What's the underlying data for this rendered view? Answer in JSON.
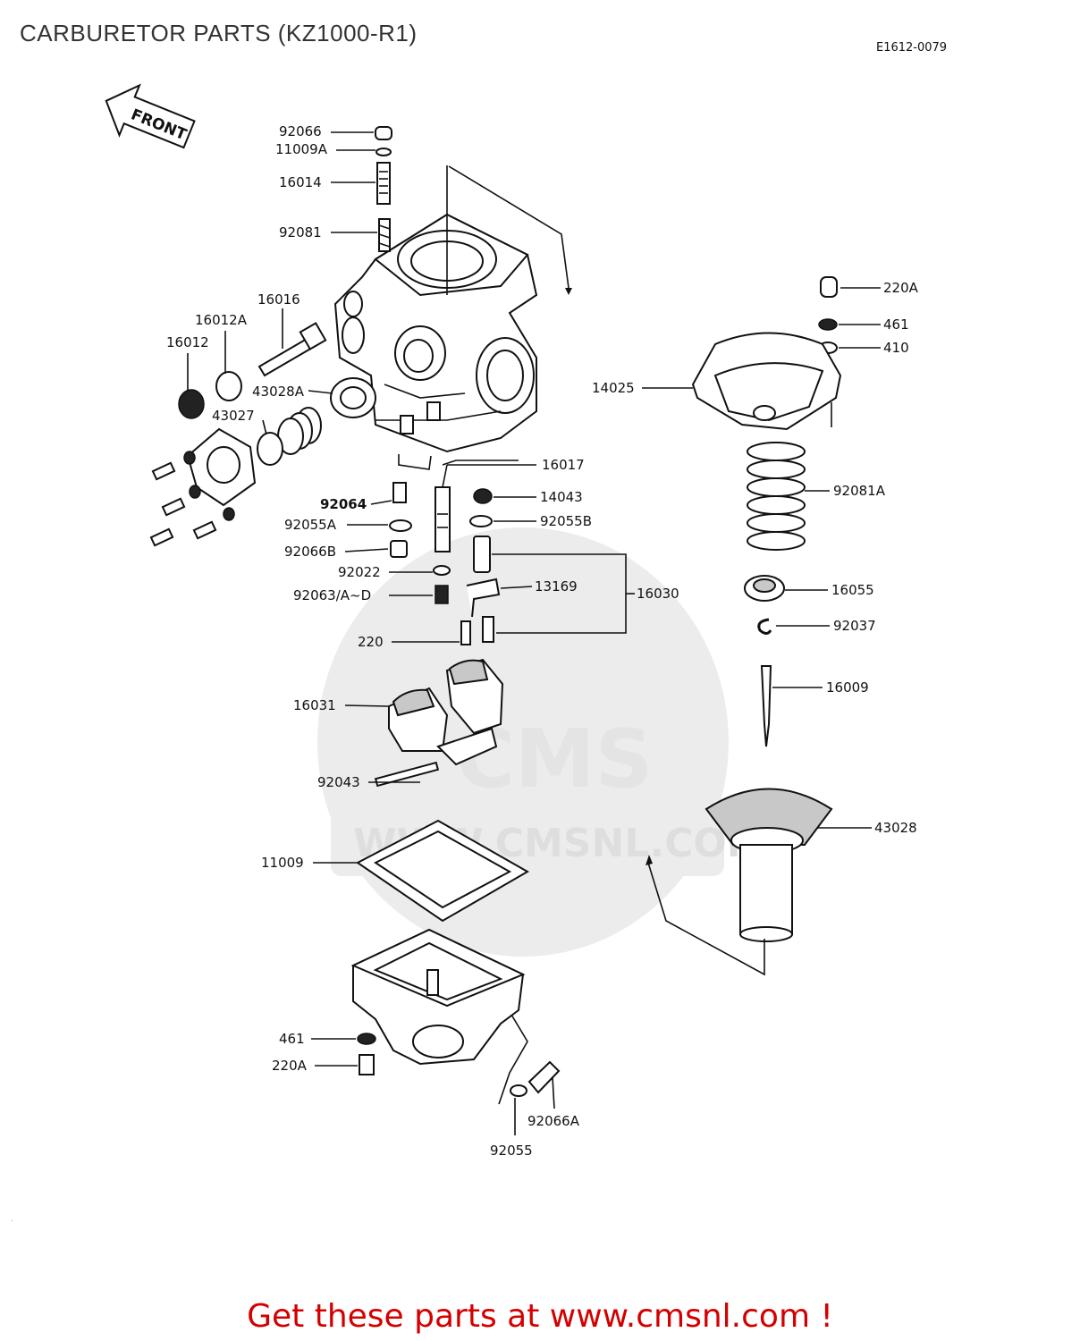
{
  "header": {
    "title": "CARBURETOR PARTS (KZ1000-R1)",
    "code": "E1612-0079"
  },
  "front_badge": "FRONT",
  "watermark": {
    "brand": "CMS",
    "url": "WWW.CMSNL.COM"
  },
  "labels": {
    "p92066": "92066",
    "p11009A": "11009A",
    "p16014": "16014",
    "p92081": "92081",
    "p16016": "16016",
    "p16012A": "16012A",
    "p16012": "16012",
    "p43028A": "43028A",
    "p43027": "43027",
    "p92064": "92064",
    "p92055A": "92055A",
    "p92066B": "92066B",
    "p92022": "92022",
    "p92063": "92063/A~D",
    "p220": "220",
    "p16017": "16017",
    "p14043": "14043",
    "p92055B": "92055B",
    "p13169": "13169",
    "p16030": "16030",
    "p16031": "16031",
    "p92043": "92043",
    "p11009": "11009",
    "p461b": "461",
    "p220Ab": "220A",
    "p92055": "92055",
    "p92066A": "92066A",
    "p220A": "220A",
    "p461": "461",
    "p410": "410",
    "p14025": "14025",
    "p92081A": "92081A",
    "p16055": "16055",
    "p92037": "92037",
    "p16009": "16009",
    "p43028": "43028"
  },
  "footer": {
    "text": "Get these parts at www.cmsnl.com !"
  }
}
